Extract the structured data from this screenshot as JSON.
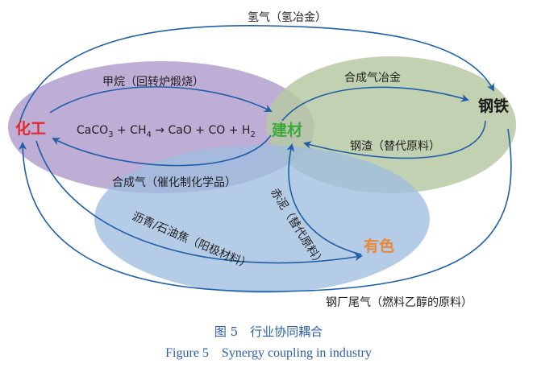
{
  "colors": {
    "chem_ellipse": "#b39fcc",
    "steel_ellipse": "#b7c9a4",
    "nonferrous_ellipse": "#9fbedf",
    "arrow": "#1e5fa8",
    "chem_label": "#e0282e",
    "building_label": "#3aa83a",
    "steel_label": "#1a1a1a",
    "nonferrous_label": "#e8893a",
    "caption": "#2a5ea8"
  },
  "nodes": {
    "chemical": "化工",
    "building": "建材",
    "steel": "钢铁",
    "nonferrous": "有色"
  },
  "labels": {
    "hydrogen": "氢气（氢冶金）",
    "methane": "甲烷（回转炉煅烧）",
    "syngas_metallurgy": "合成气冶金",
    "slag": "钢渣（替代原料）",
    "syngas_chem": "合成气（催化制化学品）",
    "red_mud": "赤泥（替代原料）",
    "asphalt": "沥青/石油焦（阳极材料）",
    "tail_gas": "钢厂尾气（燃料乙醇的原料）"
  },
  "formula": {
    "lhs1": "CaCO",
    "sub1": "3",
    "plus1": " + CH",
    "sub2": "4",
    "arrow": " → CaO + CO + H",
    "sub3": "2"
  },
  "caption": {
    "cn": "图 5　行业协同耦合",
    "en": "Figure 5　Synergy coupling in industry"
  }
}
